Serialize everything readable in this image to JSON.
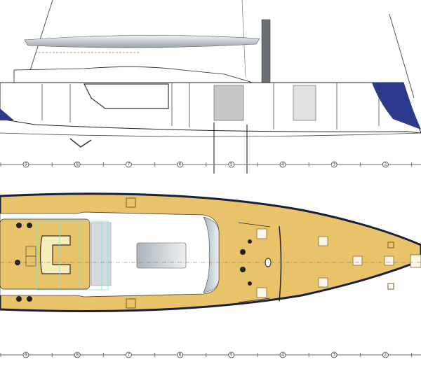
{
  "drawing": {
    "views": [
      "side-profile",
      "deck-plan"
    ],
    "stations": [
      "9",
      "8",
      "7",
      "6",
      "5",
      "4",
      "3",
      "2"
    ],
    "colors": {
      "deck_teak": "#e8c36a",
      "hull_outline": "#1a1f3c",
      "bow_accent": "#2b3a8c",
      "superstructure": "#ffffff",
      "glass": "#c9d3da",
      "scale_line": "#8a8a8a"
    }
  }
}
